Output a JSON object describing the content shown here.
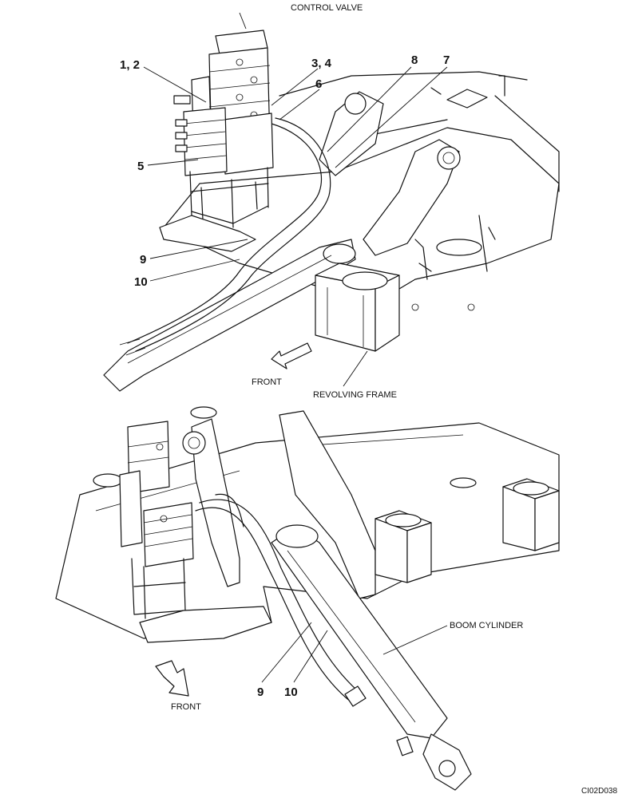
{
  "labels": {
    "control_valve": "CONTROL VALVE",
    "callout_1_2": "1, 2",
    "callout_3_4": "3, 4",
    "callout_5": "5",
    "callout_6": "6",
    "callout_7": "7",
    "callout_8": "8",
    "callout_9_top": "9",
    "callout_10_top": "10",
    "front_top": "FRONT",
    "revolving_frame": "REVOLVING FRAME",
    "boom_cylinder": "BOOM CYLINDER",
    "callout_9_bottom": "9",
    "callout_10_bottom": "10",
    "front_bottom": "FRONT",
    "drawing_code": "CI02D038"
  }
}
